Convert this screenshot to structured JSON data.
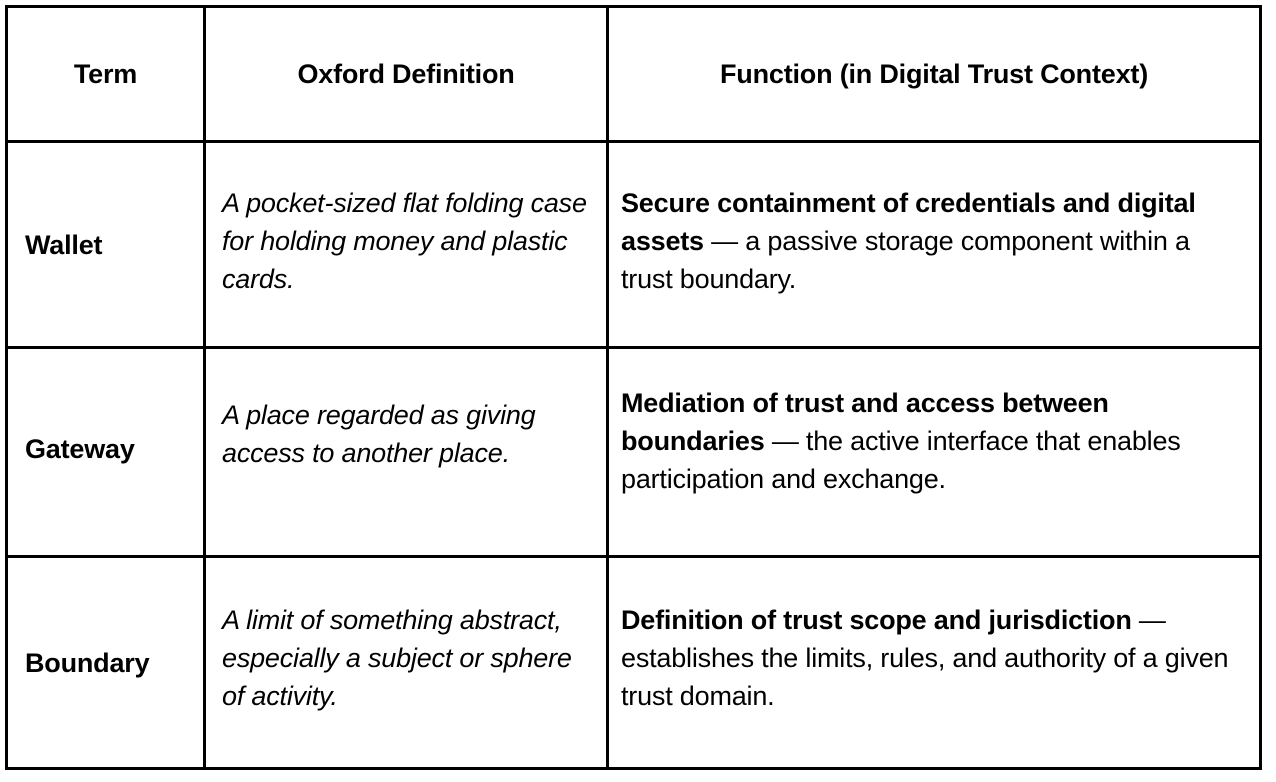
{
  "table": {
    "name": "digital-trust-glossary",
    "columns": [
      {
        "key": "term",
        "header": "Term"
      },
      {
        "key": "oxford",
        "header": "Oxford Definition"
      },
      {
        "key": "function",
        "header": "Function (in Digital Trust Context)"
      }
    ],
    "rows": [
      {
        "term": "Wallet",
        "oxford": "A pocket-sized flat folding case for holding money and plastic cards.",
        "function_lead": "Secure containment of credentials and digital assets",
        "function_rest": " — a passive storage component within a trust boundary."
      },
      {
        "term": "Gateway",
        "oxford": "A place regarded as giving access to another place.",
        "function_lead": "Mediation of trust and access between boundaries",
        "function_rest": " — the active interface that enables participation and exchange."
      },
      {
        "term": "Boundary",
        "oxford": "A limit of something abstract, especially a subject or sphere of activity.",
        "function_lead": "Definition of trust scope and jurisdiction",
        "function_rest": " — establishes the limits, rules, and authority of a given trust domain."
      }
    ]
  },
  "style": {
    "border_color": "#000000",
    "text_color": "#000000",
    "background_color": "#ffffff"
  }
}
